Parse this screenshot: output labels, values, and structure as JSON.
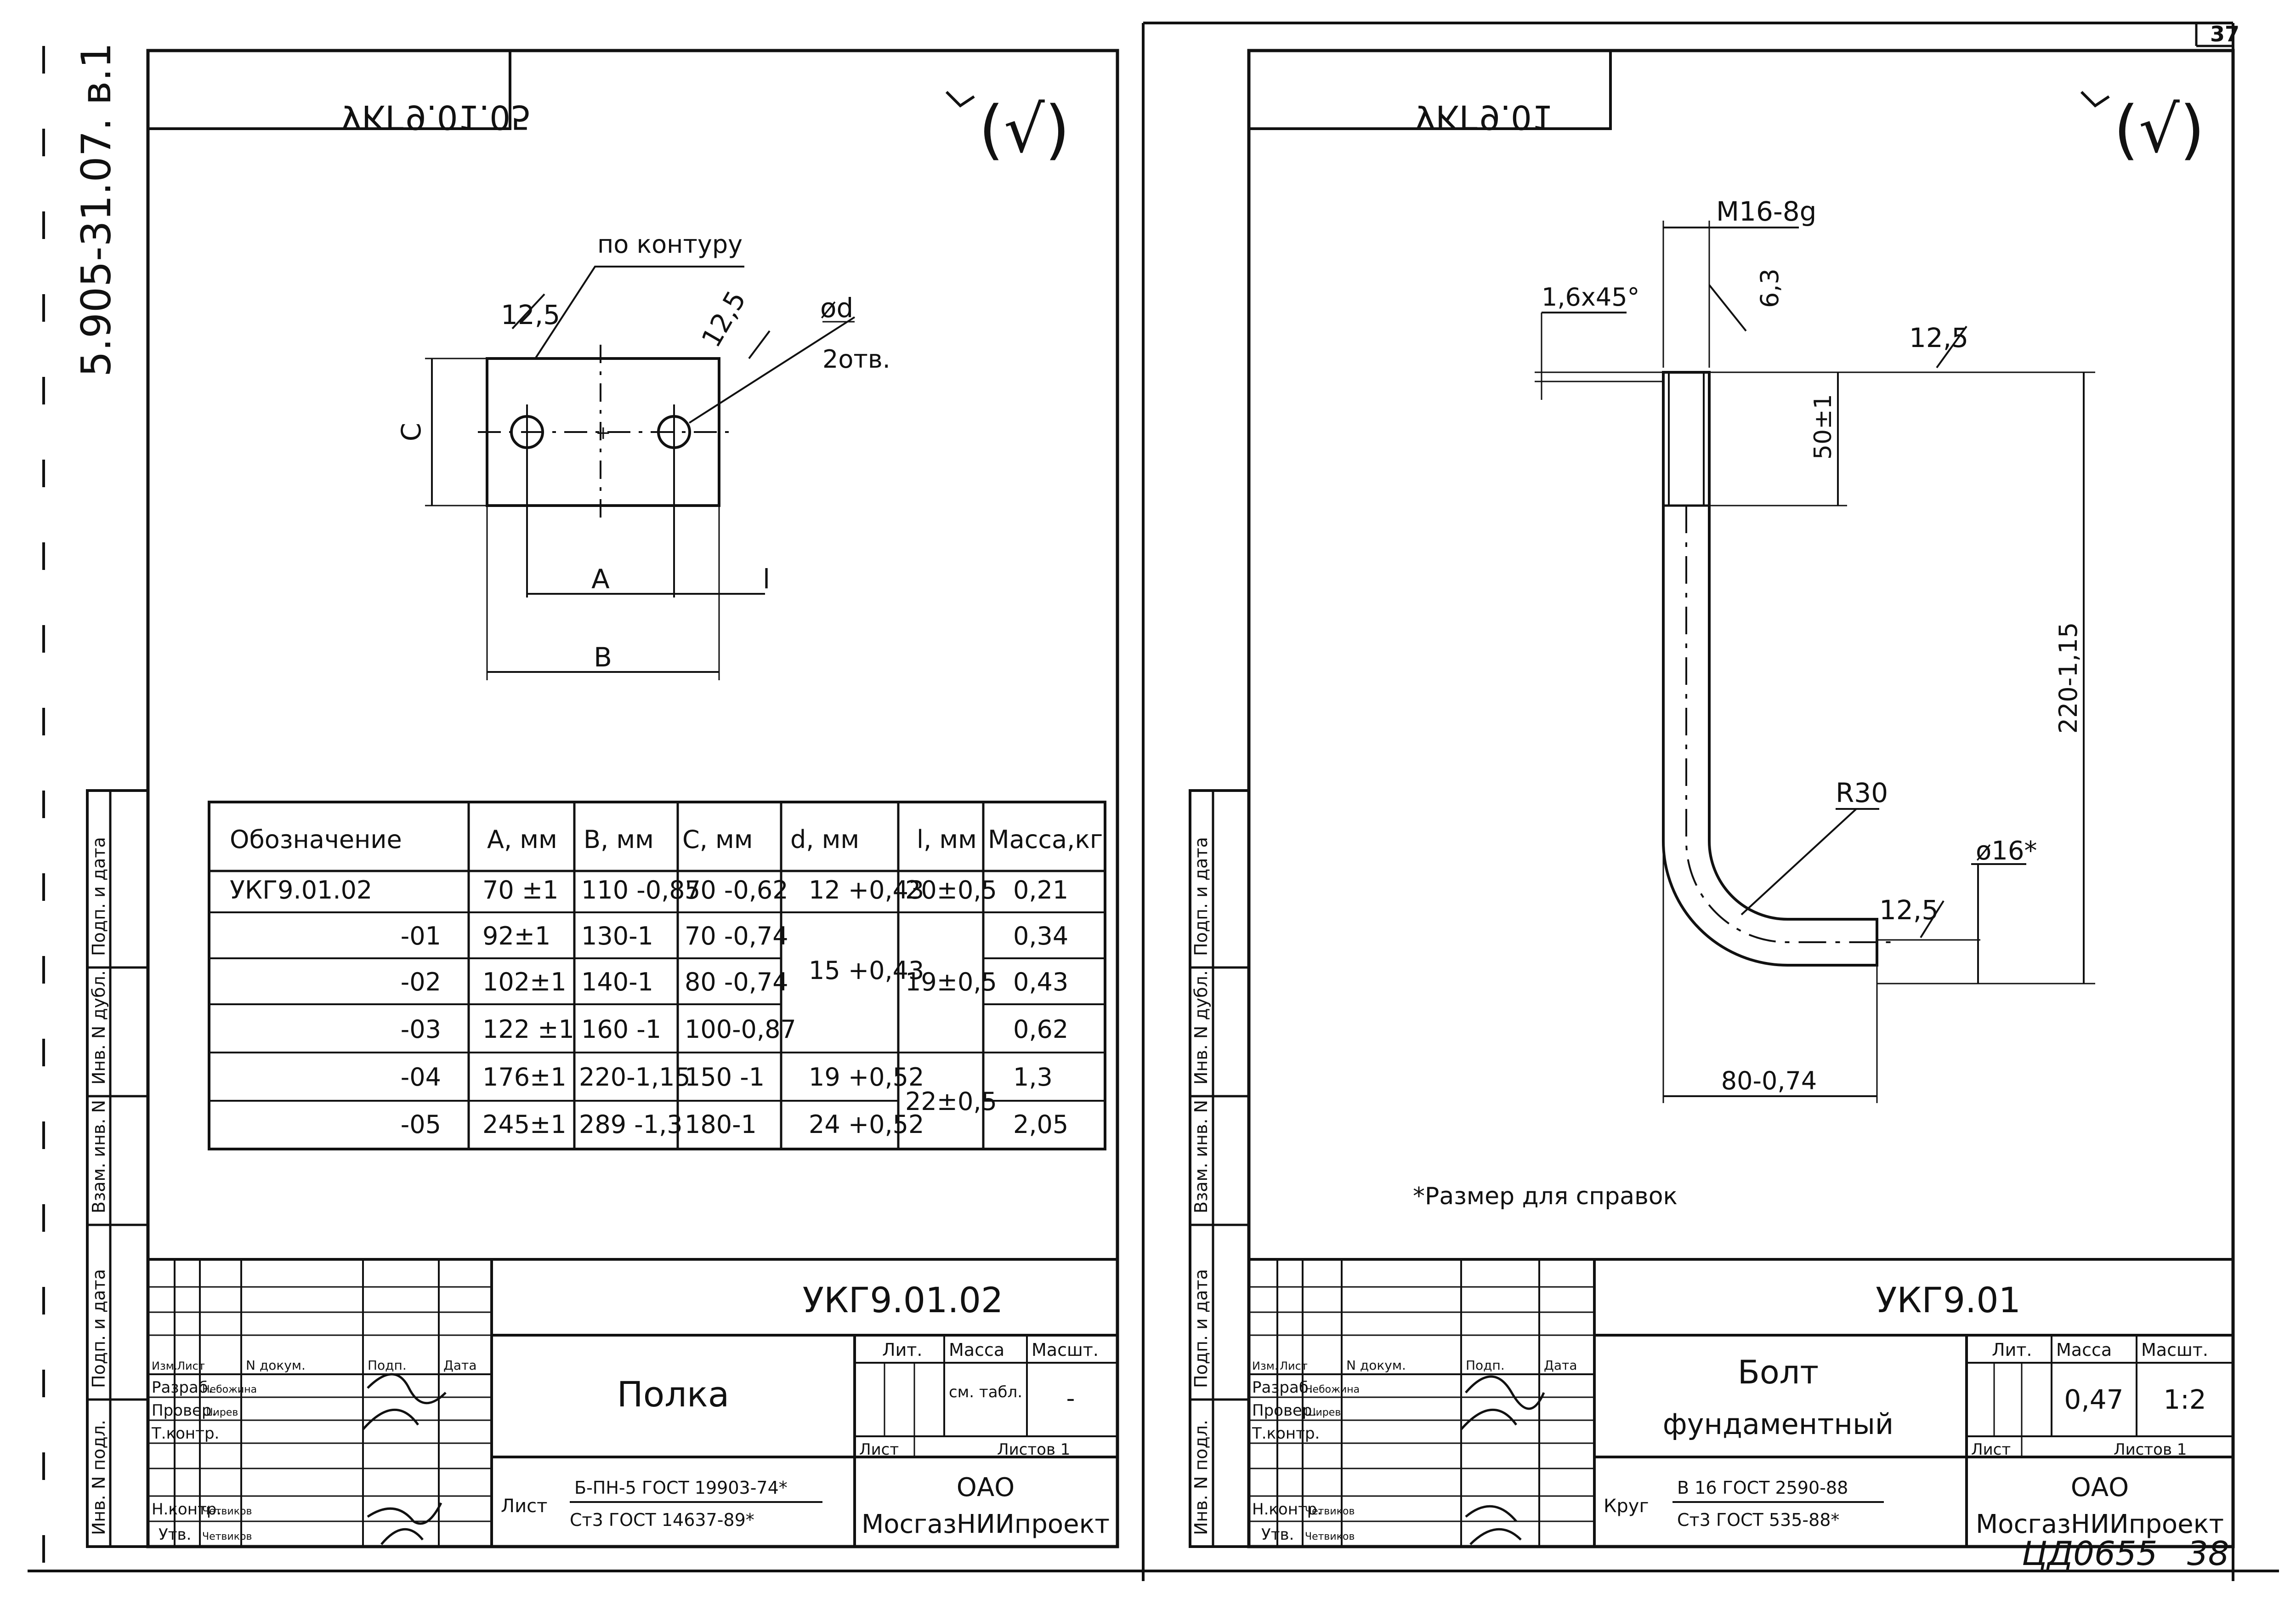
{
  "page_number": "37",
  "page_number_bottom": "38",
  "inventory_number": "ЦД0655",
  "doc_code": "5.905-31.07. в.1",
  "side_stamp_labels": [
    "Подп. и дата",
    "Инв. N дубл.",
    "Взам. инв. N",
    "Подп. и дата",
    "Инв. N подл."
  ],
  "left_sheet": {
    "mirrored_code": "УКГ9.01.05",
    "roughness_mark": "(√)",
    "drawing_labels": {
      "contour": "по контуру",
      "rough_1": "12,5",
      "rough_2": "12,5",
      "hole_dia": "ød",
      "holes_count": "2отв.",
      "dim_c": "C",
      "dim_a": "A",
      "dim_l": "l",
      "dim_b": "B"
    },
    "table": {
      "headers": [
        "Обозначение",
        "A, мм",
        "B, мм",
        "C, мм",
        "d, мм",
        "l, мм",
        "Масса,кг"
      ],
      "rows": [
        [
          "УКГ9.01.02",
          "70 ±1",
          "110 -0,87",
          "50 -0,62",
          "12 +0,43",
          "20±0,5",
          "0,21"
        ],
        [
          "-01",
          "92±1",
          "130-1",
          "70 -0,74",
          "",
          "",
          "0,34"
        ],
        [
          "-02",
          "102±1",
          "140-1",
          "80 -0,74",
          "15 +0,43",
          "19±0,5",
          "0,43"
        ],
        [
          "-03",
          "122 ±1",
          "160 -1",
          "100-0,87",
          "",
          "",
          "0,62"
        ],
        [
          "-04",
          "176±1",
          "220-1,15",
          "150 -1",
          "19 +0,52",
          "",
          "1,3"
        ],
        [
          "-05",
          "245±1",
          "289 -1,3",
          "180-1",
          "24 +0,52",
          "22±0,5",
          "2,05"
        ]
      ]
    },
    "title_block": {
      "designation": "УКГ9.01.02",
      "name": "Полка",
      "col_headers": [
        "Изм.",
        "Лист",
        "N докум.",
        "Подп.",
        "Дата"
      ],
      "roles": [
        "Разраб.",
        "Провер.",
        "Т.контр.",
        "",
        "Н.контр.",
        "Утв."
      ],
      "people": [
        "Небожина",
        "Ширев",
        "",
        "",
        "Четвиков",
        "Четвиков"
      ],
      "lit_label": "Лит.",
      "mass_label": "Масса",
      "scale_label": "Масшт.",
      "mass_value": "см. табл.",
      "scale_value": "-",
      "sheet_label": "Лист",
      "sheets_label": "Листов 1",
      "material_label": "Лист",
      "material_line1": "Б-ПН-5 ГОСТ 19903-74*",
      "material_line2": "Ст3 ГОСТ 14637-89*",
      "org_line1": "ОАО",
      "org_line2": "МосгазНИИпроект"
    }
  },
  "right_sheet": {
    "mirrored_code": "УКГ9.01",
    "roughness_mark": "(√)",
    "drawing_labels": {
      "thread": "М16-8g",
      "chamfer": "1,6х45°",
      "rough_63": "6,3",
      "rough_125_top": "12,5",
      "dim_50": "50±1",
      "dim_220": "220-1,15",
      "radius": "R30",
      "dia": "ø16*",
      "rough_125_bottom": "12,5",
      "dim_80": "80-0,74"
    },
    "footnote": "*Размер для справок",
    "title_block": {
      "designation": "УКГ9.01",
      "name_line1": "Болт",
      "name_line2": "фундаментный",
      "col_headers": [
        "Изм.",
        "Лист",
        "N докум.",
        "Подп.",
        "Дата"
      ],
      "roles": [
        "Разраб.",
        "Провер.",
        "Т.контр.",
        "",
        "Н.контр.",
        "Утв."
      ],
      "people": [
        "Небожина",
        "Ширев",
        "",
        "",
        "Четвиков",
        "Четвиков"
      ],
      "lit_label": "Лит.",
      "mass_label": "Масса",
      "scale_label": "Масшт.",
      "mass_value": "0,47",
      "scale_value": "1:2",
      "sheet_label": "Лист",
      "sheets_label": "Листов 1",
      "material_label": "Круг",
      "material_line1": "В 16 ГОСТ 2590-88",
      "material_line2": "Ст3 ГОСТ 535-88*",
      "org_line1": "ОАО",
      "org_line2": "МосгазНИИпроект"
    }
  }
}
